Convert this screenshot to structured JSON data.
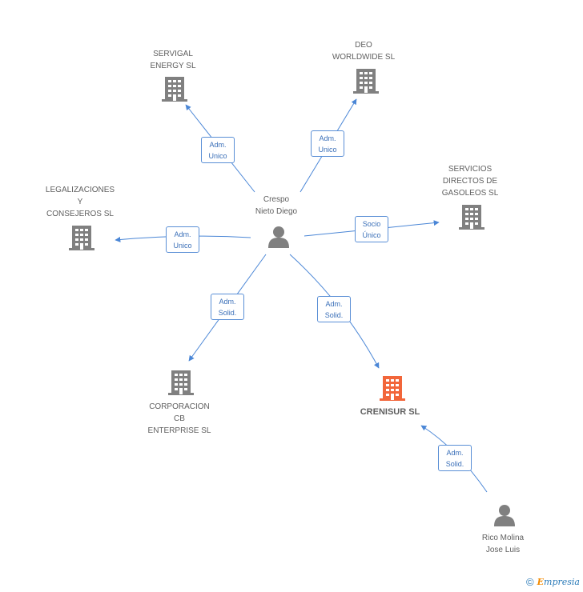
{
  "colors": {
    "company": "#808080",
    "focus": "#f2663a",
    "person": "#808080",
    "edge": "#4a86d6"
  },
  "nodes": {
    "person_main": {
      "lines": [
        "Crespo",
        "Nieto Diego"
      ]
    },
    "servigal": {
      "lines": [
        "SERVIGAL",
        "ENERGY  SL"
      ]
    },
    "deo": {
      "lines": [
        "DEO",
        "WORLDWIDE  SL"
      ]
    },
    "servicios": {
      "lines": [
        "SERVICIOS",
        "DIRECTOS DE",
        "GASOLEOS SL"
      ]
    },
    "legalizaciones": {
      "lines": [
        "LEGALIZACIONES",
        "Y",
        "CONSEJEROS SL"
      ]
    },
    "corporacion": {
      "lines": [
        "CORPORACION",
        "CB",
        "ENTERPRISE  SL"
      ]
    },
    "crenisur": {
      "lines": [
        "CRENISUR SL"
      ]
    },
    "person_rico": {
      "lines": [
        "Rico Molina",
        "Jose Luis"
      ]
    }
  },
  "edges": {
    "e_servigal": {
      "lines": [
        "Adm.",
        "Unico"
      ]
    },
    "e_deo": {
      "lines": [
        "Adm.",
        "Unico"
      ]
    },
    "e_servicios": {
      "lines": [
        "Socio",
        "Único"
      ]
    },
    "e_legal": {
      "lines": [
        "Adm.",
        "Unico"
      ]
    },
    "e_corp": {
      "lines": [
        "Adm.",
        "Solid."
      ]
    },
    "e_crenisur": {
      "lines": [
        "Adm.",
        "Solid."
      ]
    },
    "e_rico": {
      "lines": [
        "Adm.",
        "Solid."
      ]
    }
  },
  "footer": {
    "copyright": "©",
    "brand_initial": "E",
    "brand_rest": "mpresia"
  }
}
